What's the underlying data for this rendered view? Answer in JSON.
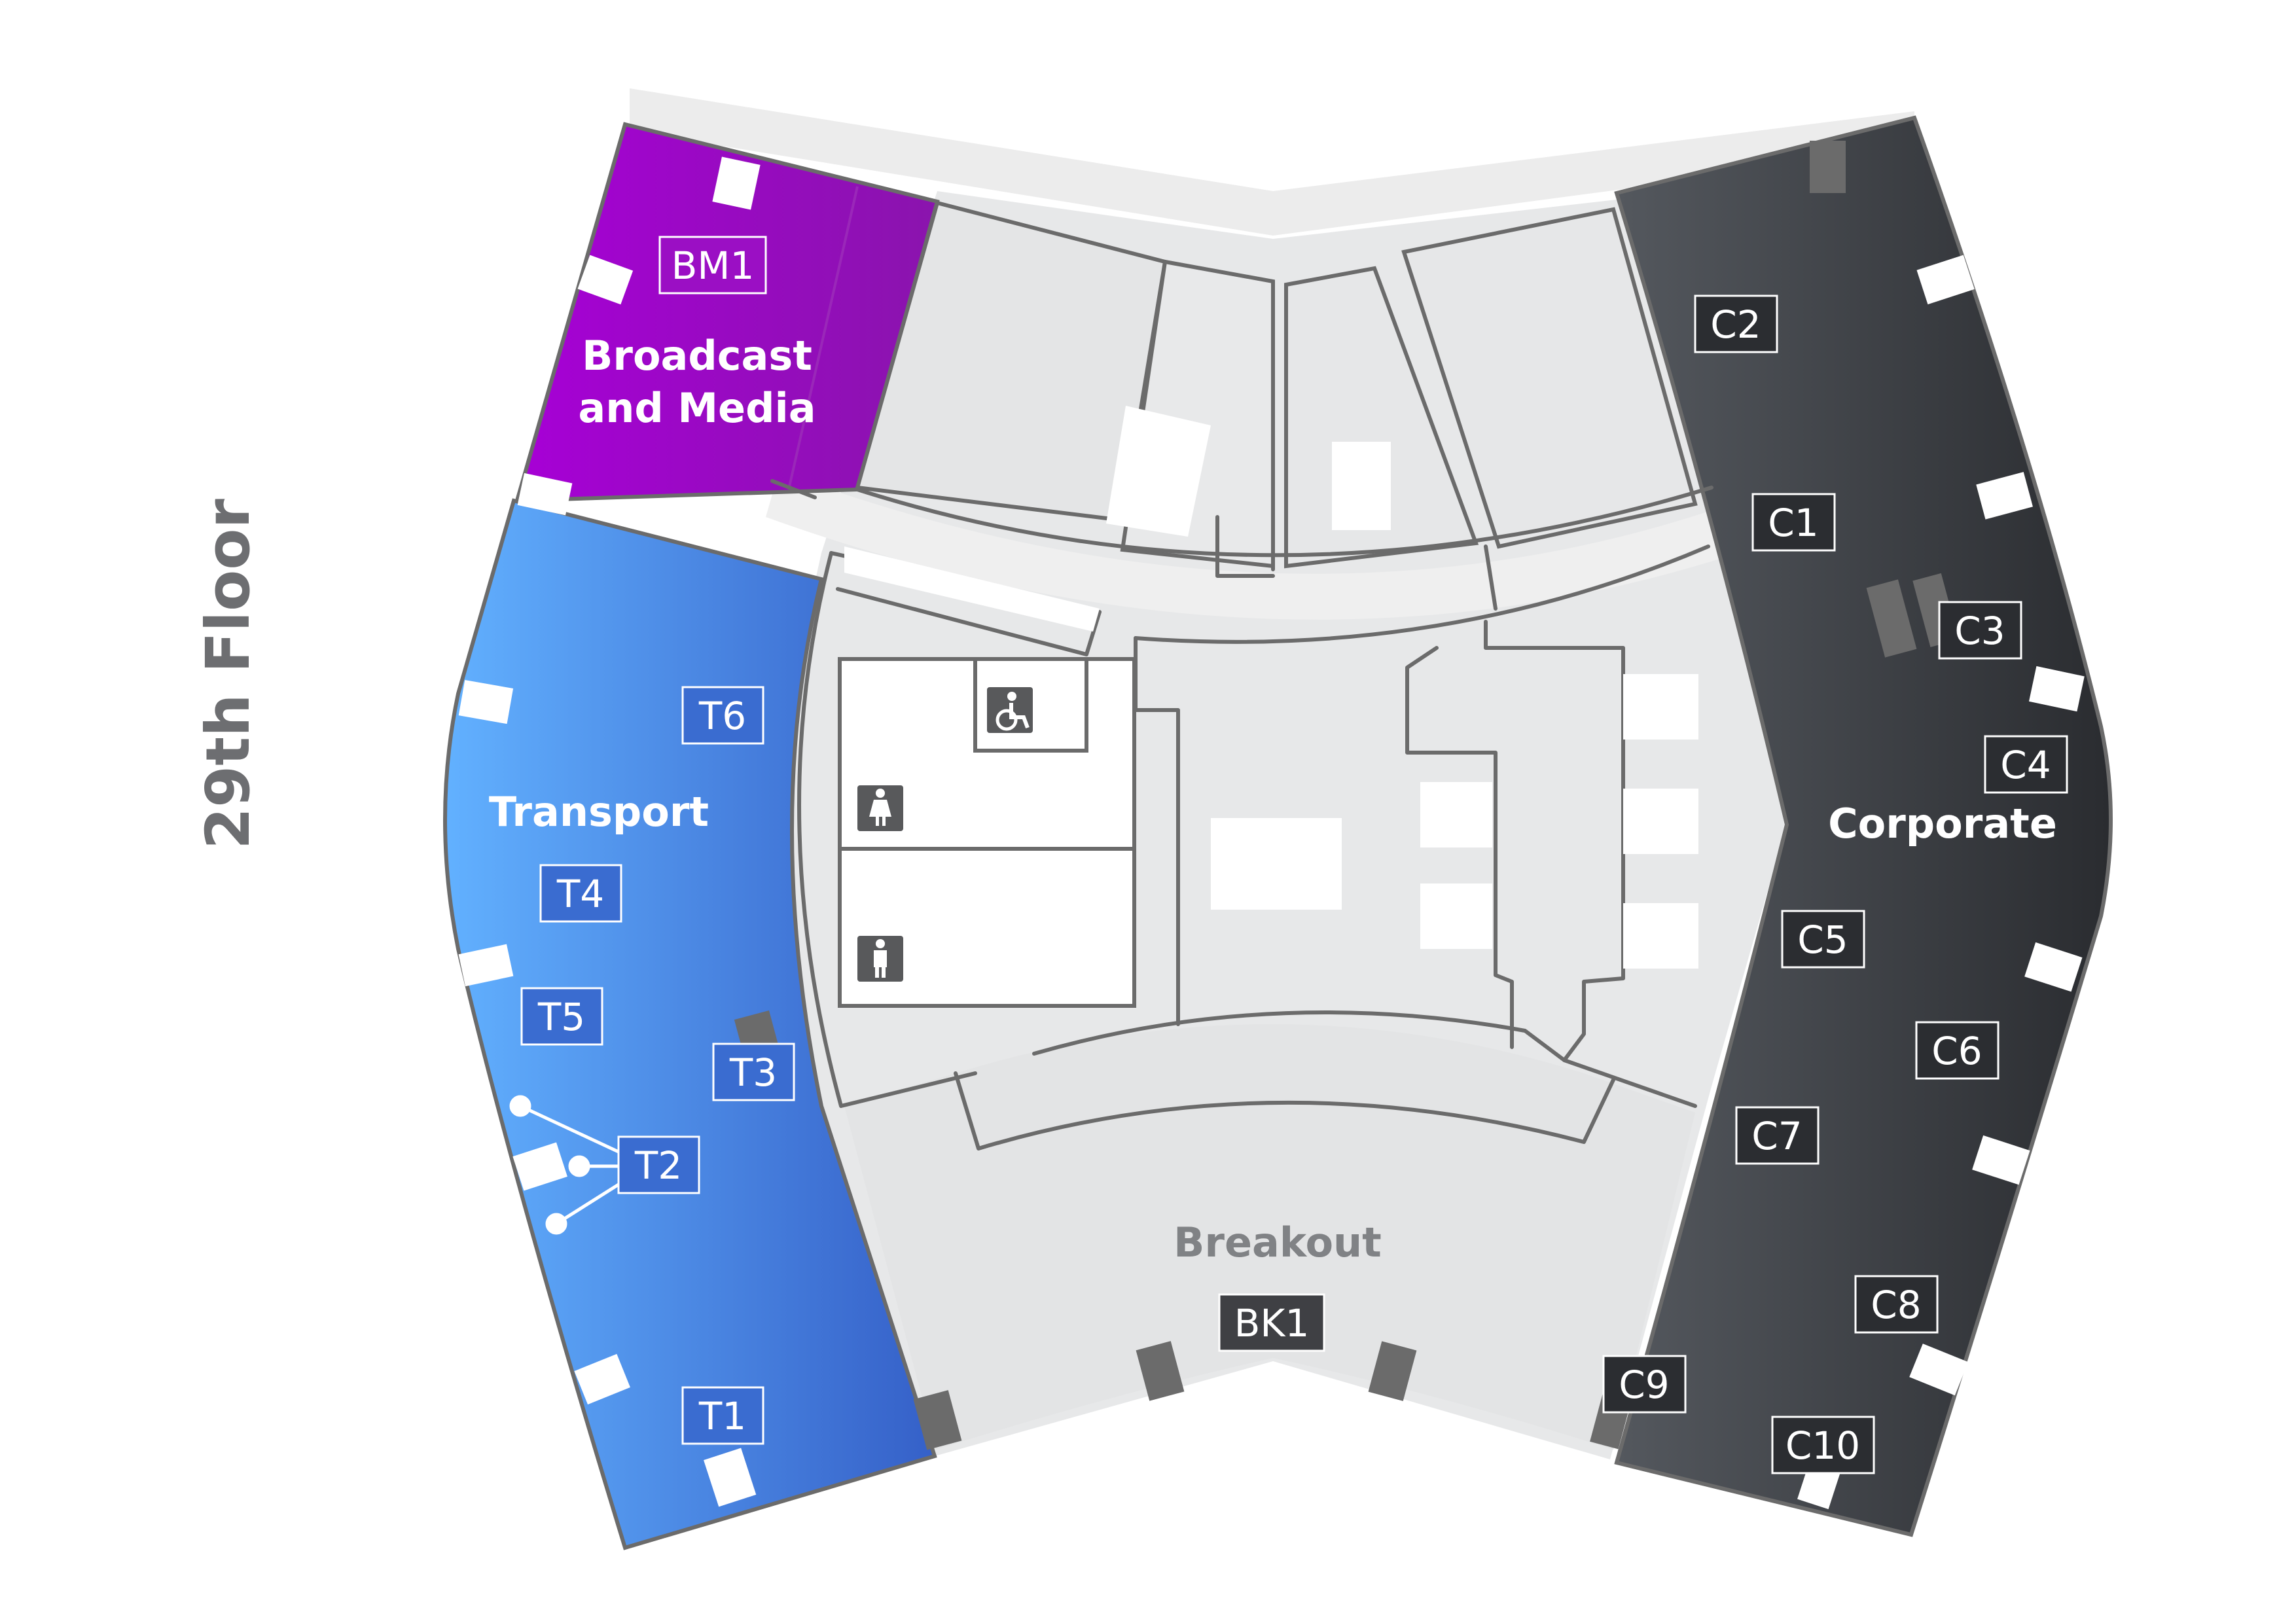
{
  "floor": {
    "title": "29th Floor"
  },
  "colors": {
    "broadcast": "#9b0fc4",
    "transport_light": "#62b1ff",
    "transport_dark": "#3560c8",
    "corporate_light": "#4a4e54",
    "corporate_dark": "#2a2c30",
    "core": "#e7e8e9",
    "wall": "#6b6b6b",
    "breakout_text": "#808285"
  },
  "zones": {
    "broadcast": {
      "name_line1": "Broadcast",
      "name_line2": "and Media"
    },
    "transport": {
      "name": "Transport"
    },
    "corporate": {
      "name": "Corporate"
    },
    "breakout": {
      "name": "Breakout"
    }
  },
  "rooms": {
    "BM1": "BM1",
    "T1": "T1",
    "T2": "T2",
    "T3": "T3",
    "T4": "T4",
    "T5": "T5",
    "T6": "T6",
    "C1": "C1",
    "C2": "C2",
    "C3": "C3",
    "C4": "C4",
    "C5": "C5",
    "C6": "C6",
    "C7": "C7",
    "C8": "C8",
    "C9": "C9",
    "C10": "C10",
    "BK1": "BK1"
  },
  "icons": [
    "accessible-toilet-icon",
    "female-toilet-icon",
    "male-toilet-icon"
  ]
}
